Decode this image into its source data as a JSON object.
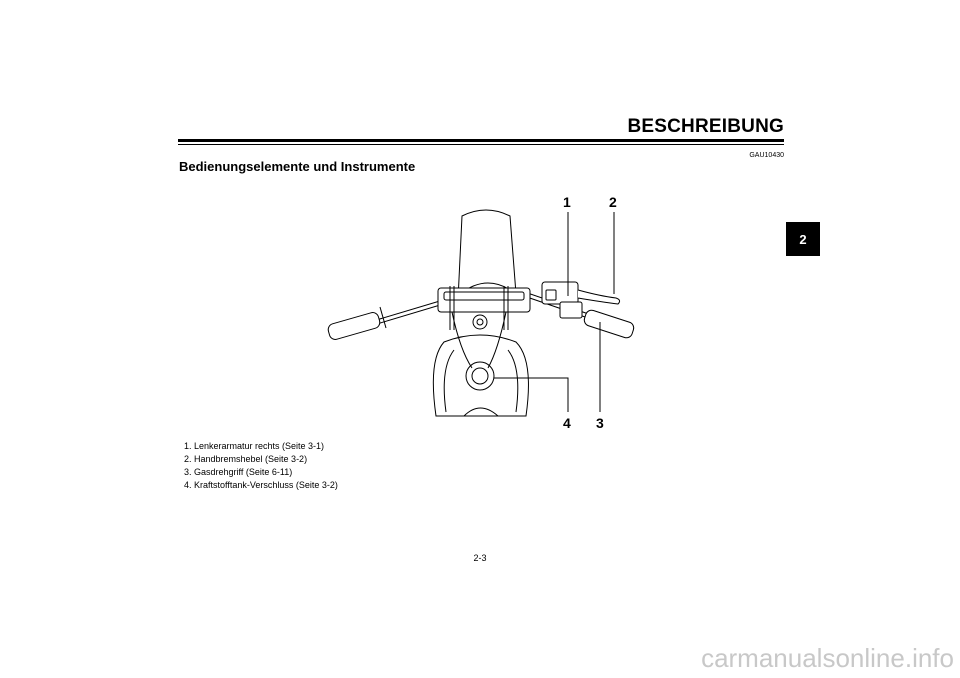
{
  "header": {
    "title": "BESCHREIBUNG"
  },
  "doc_code": "GAU10430",
  "section": {
    "heading": "Bedienungselemente und Instrumente"
  },
  "chapter_tab": "2",
  "figure": {
    "callouts": [
      "1",
      "2",
      "3",
      "4"
    ]
  },
  "captions": [
    "1. Lenkerarmatur rechts (Seite 3-1)",
    "2. Handbremshebel (Seite 3-2)",
    "3. Gasdrehgriff (Seite 6-11)",
    "4. Kraftstofftank-Verschluss (Seite 3-2)"
  ],
  "footer": {
    "page_number": "2-3"
  },
  "watermark": "carmanualsonline.info"
}
